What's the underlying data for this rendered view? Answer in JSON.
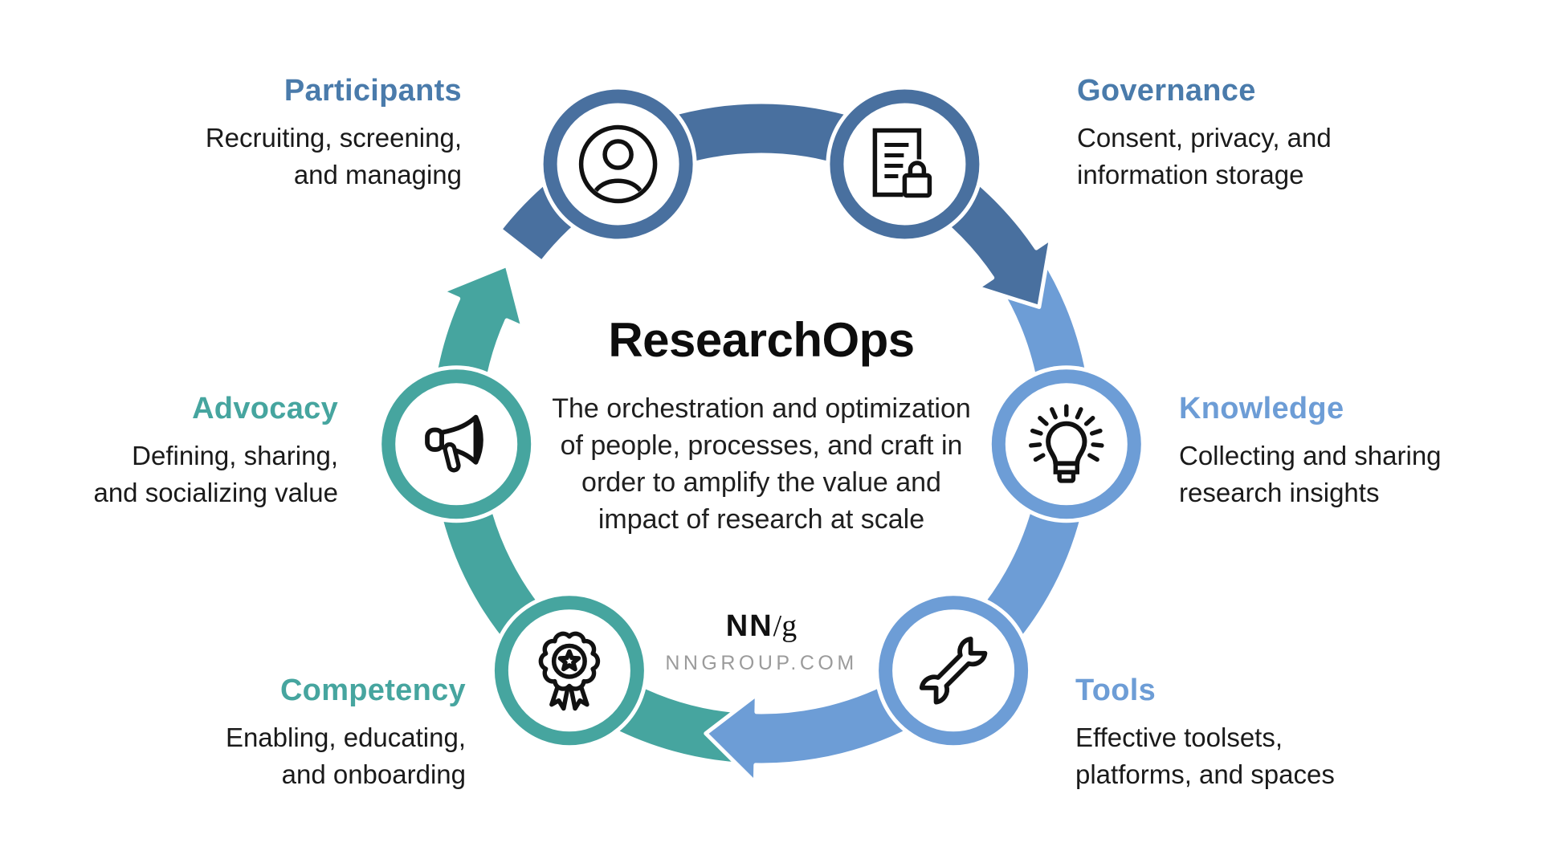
{
  "diagram": {
    "title": "ResearchOps",
    "description_lines": [
      "The orchestration and optimization",
      "of people, processes, and craft in",
      "order to amplify the value and",
      "impact of research at scale"
    ],
    "nodes": [
      {
        "label": "Participants",
        "desc_lines": [
          "Recruiting, screening,",
          "and managing"
        ],
        "icon": "user-icon",
        "ring_color": "#49709F",
        "title_color": "#4A7BAB",
        "angle": 332
      },
      {
        "label": "Governance",
        "desc_lines": [
          "Consent, privacy, and",
          "information storage"
        ],
        "icon": "document-lock-icon",
        "ring_color": "#49709F",
        "title_color": "#4A7BAB",
        "angle": 28
      },
      {
        "label": "Knowledge",
        "desc_lines": [
          "Collecting and sharing",
          "research insights"
        ],
        "icon": "lightbulb-icon",
        "ring_color": "#6D9DD6",
        "title_color": "#6D9DD6",
        "angle": 92
      },
      {
        "label": "Tools",
        "desc_lines": [
          "Effective toolsets,",
          "platforms, and spaces"
        ],
        "icon": "wrench-icon",
        "ring_color": "#6D9DD6",
        "title_color": "#6D9DD6",
        "angle": 141
      },
      {
        "label": "Competency",
        "desc_lines": [
          "Enabling, educating,",
          "and onboarding"
        ],
        "icon": "award-ribbon-icon",
        "ring_color": "#46A59F",
        "title_color": "#46A59F",
        "angle": 219
      },
      {
        "label": "Advocacy",
        "desc_lines": [
          "Defining, sharing,",
          "and socializing value"
        ],
        "icon": "megaphone-icon",
        "ring_color": "#46A59F",
        "title_color": "#46A59F",
        "angle": 268
      }
    ],
    "arrows": [
      {
        "name": "arc-bottom-left-teal",
        "color": "#46A59F",
        "from_deg": 183,
        "to_deg": 294,
        "tip_deg": 303.5
      },
      {
        "name": "arc-right-light-blue",
        "color": "#6D9DD6",
        "from_deg": 58,
        "to_deg": 181,
        "tip_deg": 190.5
      },
      {
        "name": "arc-top-dark-blue",
        "color": "#49709F",
        "from_deg": 308,
        "to_deg": 416,
        "tip_deg": 425.5
      }
    ],
    "colors": {
      "dark_blue": "#49709F",
      "light_blue": "#6D9DD6",
      "teal": "#46A59F",
      "icon_ink": "#111111",
      "body_text": "#1a1a1a",
      "site_gray": "#9b9b9b",
      "background": "#ffffff"
    },
    "logo": {
      "brand_bold": "NN",
      "brand_rest": "/g",
      "site": "NNGROUP.COM"
    }
  }
}
